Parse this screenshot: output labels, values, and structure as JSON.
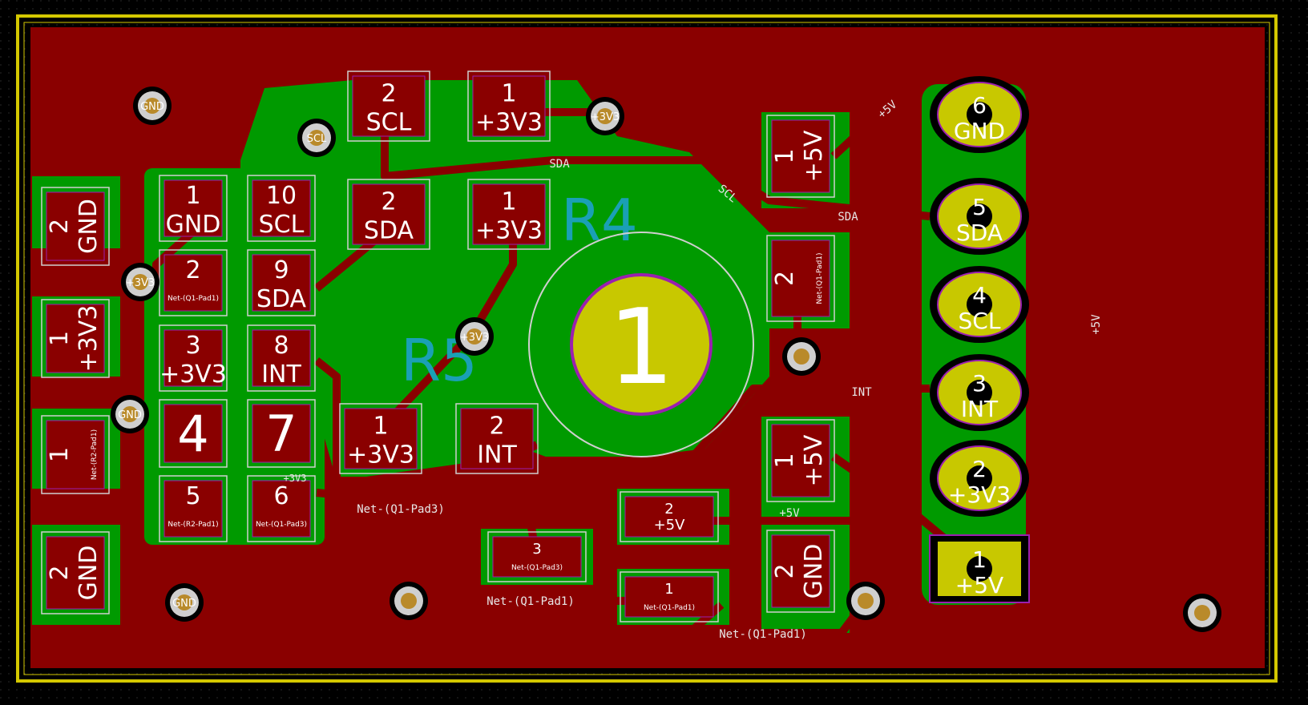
{
  "board": {
    "colors": {
      "background": "#000000",
      "copper_fill": "#8a0000",
      "copper_pour_other": "#00a000",
      "pad": "#8a0000",
      "pad_outline": "#ffffff",
      "through_hole_pad": "#c8c800",
      "drill_ring": "#9b1fb0",
      "edge_cuts": "#d4c800",
      "silk": "#1aa0b5",
      "text": "#ffffff"
    }
  },
  "silkscreen": {
    "r4": "R4",
    "r5": "R5"
  },
  "smd_pads": [
    {
      "id": "scl-top-2",
      "num": "2",
      "net": "SCL"
    },
    {
      "id": "v33-top-1",
      "num": "1",
      "net": "+3V3"
    },
    {
      "id": "sda-mid-2",
      "num": "2",
      "net": "SDA"
    },
    {
      "id": "v33-mid-1",
      "num": "1",
      "net": "+3V3"
    },
    {
      "id": "gnd-left-2",
      "num": "2",
      "net": "GND"
    },
    {
      "id": "v33-left-1",
      "num": "1",
      "net": "+3V3"
    },
    {
      "id": "r2-left-1",
      "num": "1",
      "net": "Net-(R2-Pad1)"
    },
    {
      "id": "gnd-left-bottom-2",
      "num": "2",
      "net": "GND"
    },
    {
      "id": "u1-1",
      "num": "1",
      "net": "GND"
    },
    {
      "id": "u1-2",
      "num": "2",
      "net": "Net-(Q1-Pad1)"
    },
    {
      "id": "u1-3",
      "num": "3",
      "net": "+3V3"
    },
    {
      "id": "u1-4",
      "num": "4",
      "net": ""
    },
    {
      "id": "u1-5",
      "num": "5",
      "net": "Net-(R2-Pad1)"
    },
    {
      "id": "u1-6",
      "num": "6",
      "net": "Net-(Q1-Pad3)"
    },
    {
      "id": "u1-7",
      "num": "7",
      "net": ""
    },
    {
      "id": "u1-8",
      "num": "8",
      "net": "INT"
    },
    {
      "id": "u1-9",
      "num": "9",
      "net": "SDA"
    },
    {
      "id": "u1-10",
      "num": "10",
      "net": "SCL"
    },
    {
      "id": "v33-bottom-1",
      "num": "1",
      "net": "+3V3"
    },
    {
      "id": "int-bottom-2",
      "num": "2",
      "net": "INT"
    },
    {
      "id": "v5-right-1",
      "num": "1",
      "net": "+5V"
    },
    {
      "id": "q1pad1-right-2",
      "num": "2",
      "net": "Net-(Q1-Pad1)"
    },
    {
      "id": "v5-right-lower-1",
      "num": "1",
      "net": "+5V"
    },
    {
      "id": "gnd-right-2",
      "num": "2",
      "net": "GND"
    },
    {
      "id": "q1-2",
      "num": "2",
      "net": "+5V"
    },
    {
      "id": "q1-3",
      "num": "3",
      "net": "Net-(Q1-Pad3)"
    },
    {
      "id": "q1-1",
      "num": "1",
      "net": "Net-(Q1-Pad1)"
    }
  ],
  "connector_pads": [
    {
      "num": "6",
      "net": "GND"
    },
    {
      "num": "5",
      "net": "SDA"
    },
    {
      "num": "4",
      "net": "SCL"
    },
    {
      "num": "3",
      "net": "INT"
    },
    {
      "num": "2",
      "net": "+3V3"
    },
    {
      "num": "1",
      "net": "+5V"
    }
  ],
  "center_hole": {
    "num": "1"
  },
  "vias": [
    {
      "label": "GND"
    },
    {
      "label": "SCL"
    },
    {
      "label": "+3V3"
    },
    {
      "label": "+3V3"
    },
    {
      "label": "+3V3"
    },
    {
      "label": "GND"
    },
    {
      "label": "GND"
    }
  ],
  "trace_labels": {
    "sda_top": "SDA",
    "scl_diag": "SCL",
    "sda_right": "SDA",
    "int_right": "INT",
    "v5_top": "+5V",
    "v5_right": "+5V",
    "v5_mid": "+5V",
    "v33_small": "+3V3",
    "q1pad3": "Net-(Q1-Pad3)",
    "q1pad1_a": "Net-(Q1-Pad1)",
    "q1pad1_b": "Net-(Q1-Pad1)"
  }
}
